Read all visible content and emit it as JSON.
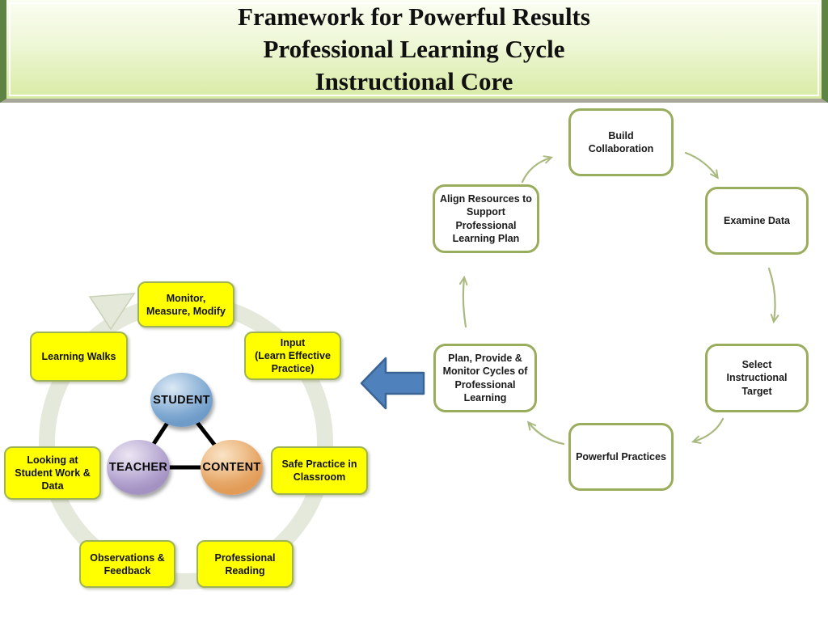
{
  "title": {
    "line1": "Framework for Powerful Results",
    "line2": "Professional Learning Cycle",
    "line3": "Instructional Core"
  },
  "right_cycle": {
    "build_collaboration": "Build\nCollaboration",
    "examine_data": "Examine Data",
    "select_instructional_target": "Select\nInstructional\nTarget",
    "powerful_practices": "Powerful Practices",
    "plan_provide_monitor": "Plan, Provide &\nMonitor Cycles of\nProfessional\nLearning",
    "align_resources": "Align Resources to\nSupport\nProfessional\nLearning Plan"
  },
  "left_cycle": {
    "monitor_measure_modify": "Monitor,\nMeasure, Modify",
    "input_learn_effective_practice": "Input\n(Learn Effective\nPractice)",
    "safe_practice_in_classroom": "Safe Practice in\nClassroom",
    "professional_reading": "Professional\nReading",
    "observations_feedback": "Observations &\nFeedback",
    "looking_at_student_work_data": "Looking at\nStudent Work &\nData",
    "learning_walks": "Learning Walks"
  },
  "instructional_core": {
    "student": "STUDENT",
    "teacher": "TEACHER",
    "content": "CONTENT"
  },
  "colors": {
    "banner_green_light": "#fafdf2",
    "banner_green_dark": "#d8eba4",
    "banner_edge_green": "#5e8342",
    "box_border_olive": "#9aad5c",
    "arrow_olive": "#a9b97f",
    "highlight_yellow": "#ffff00",
    "ring_sage": "#e5e9db",
    "arrow_blue_fill": "#4f81bd",
    "arrow_blue_border": "#3a6494",
    "student_blue": "#7fa9d2",
    "teacher_purple": "#b1a1ce",
    "content_orange": "#e29c58"
  }
}
